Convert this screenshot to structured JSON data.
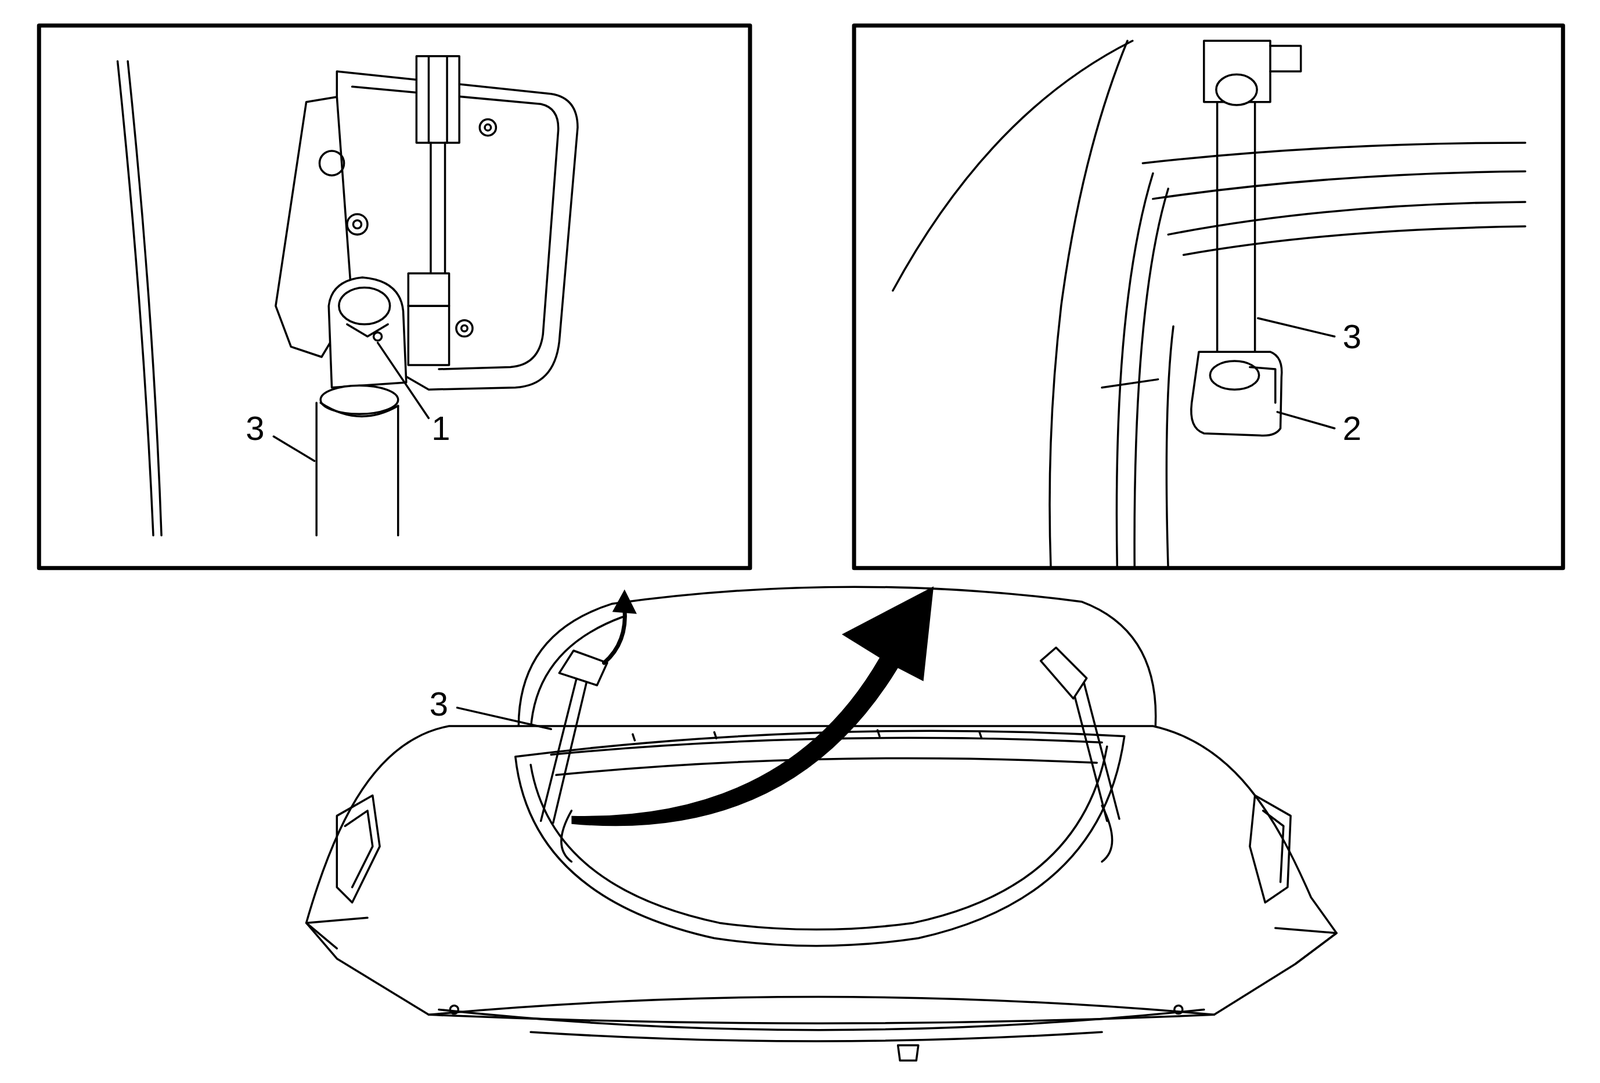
{
  "diagram": {
    "labels": [
      "3",
      "1",
      "3",
      "2",
      "3"
    ]
  }
}
